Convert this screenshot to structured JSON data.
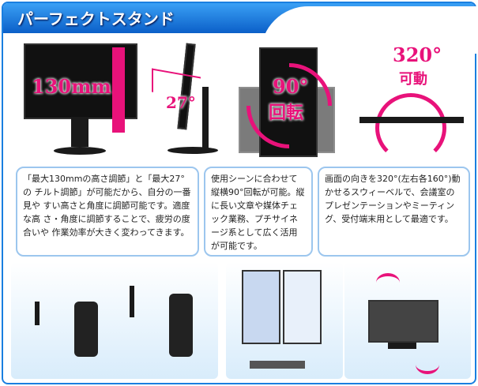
{
  "header": {
    "title": "パーフェクトスタンド"
  },
  "features": [
    {
      "label": "130mm",
      "text": "「最大130mmの高さ調節」と「最大27°の チルト調節」が可能だから、自分の一番見や すい高さと角度に調節可能です。適度な高 さ・角度に調節することで、疲労の度合いや 作業効率が大きく変わってきます。"
    },
    {
      "label": "27°"
    },
    {
      "label": "90°",
      "label2": "回転",
      "text": "使用シーンに合わせて縦横90°回転が可能。縦に長い文章や媒体チェック業務、プチサイネージ系として広く活用が可能です。"
    },
    {
      "label": "320°",
      "label2": "可動",
      "text": "画面の向きを320°(左右各160°)動かせるスウィーベルで、会議室のプレゼンテーションやミーティング、受付端末用として最適です。"
    }
  ],
  "colors": {
    "accent": "#e8127a",
    "brand": "#1a7fe0"
  }
}
